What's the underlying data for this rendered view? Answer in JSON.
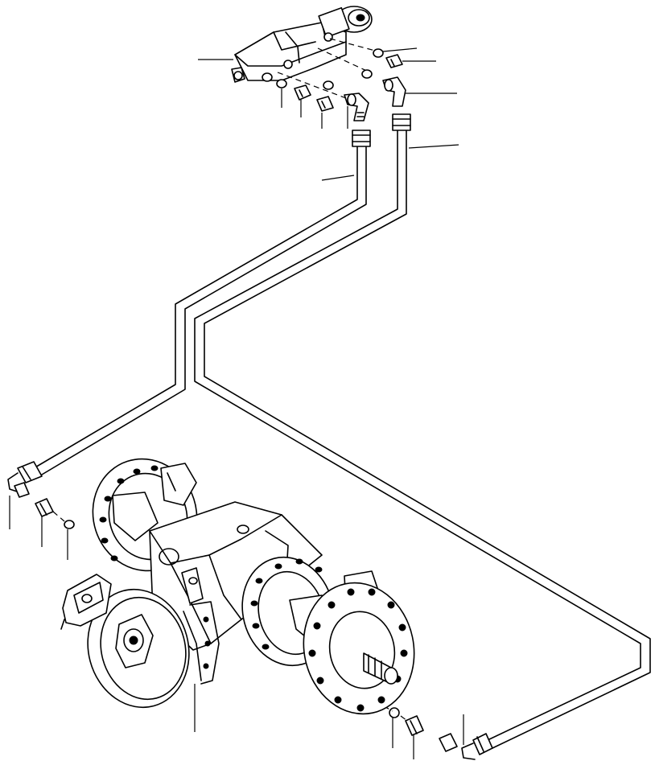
{
  "diagram": {
    "kind": "exploded parts illustration",
    "text_labels": [],
    "parts": [
      {
        "name": "brake-valve"
      },
      {
        "name": "banjo-bolt"
      },
      {
        "name": "washer"
      },
      {
        "name": "adapter-fitting"
      },
      {
        "name": "elbow-fitting"
      },
      {
        "name": "hose-left"
      },
      {
        "name": "hose-right"
      },
      {
        "name": "axle-housing"
      },
      {
        "name": "brake-disc"
      },
      {
        "name": "wheel-hub-flange"
      }
    ],
    "leader_line_count": 14,
    "colors": {
      "line": "#000000",
      "background": "#ffffff"
    }
  }
}
